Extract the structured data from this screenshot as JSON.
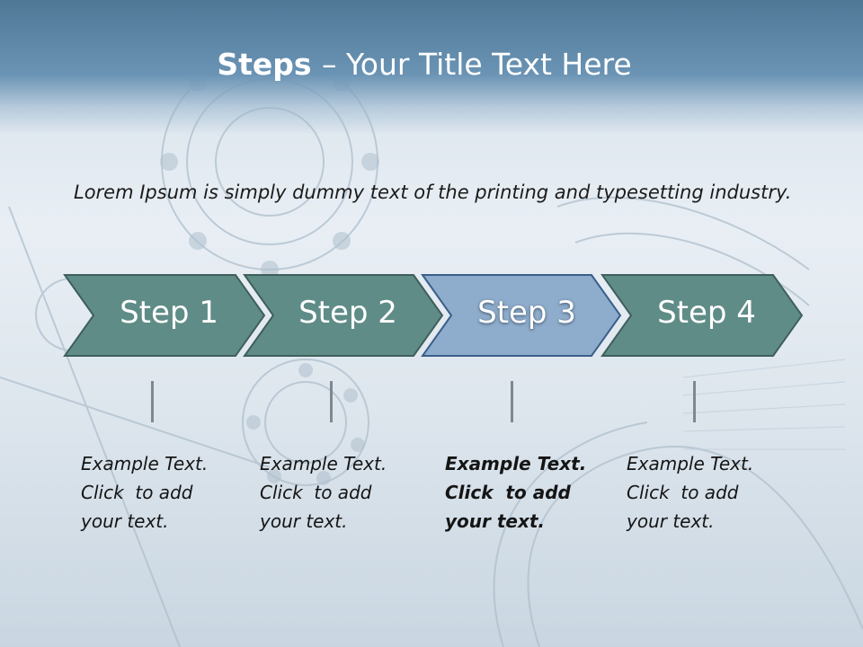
{
  "slide": {
    "title_bold": "Steps ",
    "title_rest": " – Your Title Text Here",
    "intro": "Lorem Ipsum is simply dummy text of the printing and typesetting industry."
  },
  "steps": [
    {
      "label": "Step 1",
      "caption": [
        "Example Text.",
        "Click  to add",
        "your text."
      ],
      "active": false
    },
    {
      "label": "Step 2",
      "caption": [
        "Example Text.",
        "Click  to add",
        "your text."
      ],
      "active": false
    },
    {
      "label": "Step 3",
      "caption": [
        "Example Text.",
        "Click  to add",
        "your text."
      ],
      "active": true
    },
    {
      "label": "Step 4",
      "caption": [
        "Example Text.",
        "Click  to add",
        "your text."
      ],
      "active": false
    }
  ],
  "colors": {
    "step_fill": "#5f8c87",
    "step_active_fill": "#8eaccb",
    "step_stroke": "#3f5f5c",
    "step_active_stroke": "#3a5f8a"
  }
}
